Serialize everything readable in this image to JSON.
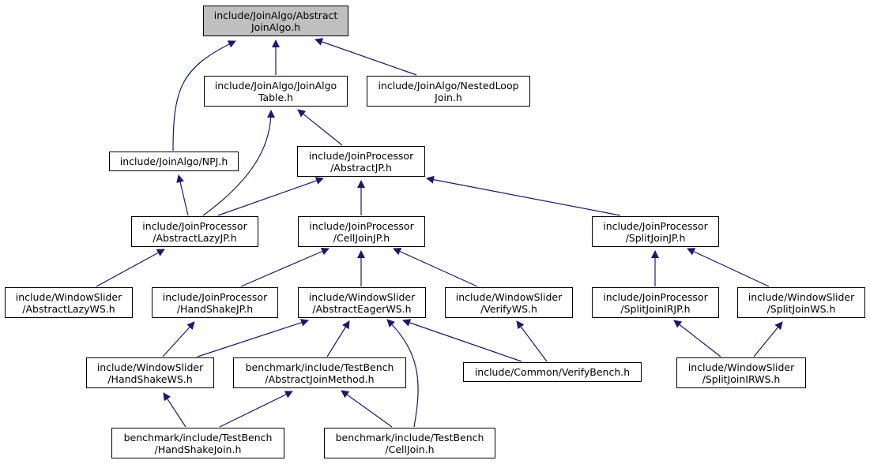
{
  "diagram": {
    "edge_color": "#191970",
    "root_fill": "#bfbfbf",
    "nodes": {
      "abstract_join_algo": {
        "line1": "include/JoinAlgo/Abstract",
        "line2": "JoinAlgo.h"
      },
      "join_algo_table": {
        "line1": "include/JoinAlgo/JoinAlgo",
        "line2": "Table.h"
      },
      "nested_loop_join": {
        "line1": "include/JoinAlgo/NestedLoop",
        "line2": "Join.h"
      },
      "npj": {
        "line1": "include/JoinAlgo/NPJ.h",
        "line2": ""
      },
      "abstract_jp": {
        "line1": "include/JoinProcessor",
        "line2": "/AbstractJP.h"
      },
      "abstract_lazy_jp": {
        "line1": "include/JoinProcessor",
        "line2": "/AbstractLazyJP.h"
      },
      "cell_join_jp": {
        "line1": "include/JoinProcessor",
        "line2": "/CellJoinJP.h"
      },
      "split_join_jp": {
        "line1": "include/JoinProcessor",
        "line2": "/SplitJoinJP.h"
      },
      "abstract_lazy_ws": {
        "line1": "include/WindowSlider",
        "line2": "/AbstractLazyWS.h"
      },
      "hand_shake_jp": {
        "line1": "include/JoinProcessor",
        "line2": "/HandShakeJP.h"
      },
      "abstract_eager_ws": {
        "line1": "include/WindowSlider",
        "line2": "/AbstractEagerWS.h"
      },
      "verify_ws": {
        "line1": "include/WindowSlider",
        "line2": "/VerifyWS.h"
      },
      "split_join_irjp": {
        "line1": "include/JoinProcessor",
        "line2": "/SplitJoinIRJP.h"
      },
      "split_join_ws": {
        "line1": "include/WindowSlider",
        "line2": "/SplitJoinWS.h"
      },
      "hand_shake_ws": {
        "line1": "include/WindowSlider",
        "line2": "/HandShakeWS.h"
      },
      "abstract_join_method": {
        "line1": "benchmark/include/TestBench",
        "line2": "/AbstractJoinMethod.h"
      },
      "verify_bench": {
        "line1": "include/Common/VerifyBench.h",
        "line2": ""
      },
      "split_join_irws": {
        "line1": "include/WindowSlider",
        "line2": "/SplitJoinIRWS.h"
      },
      "hand_shake_join": {
        "line1": "benchmark/include/TestBench",
        "line2": "/HandShakeJoin.h"
      },
      "cell_join": {
        "line1": "benchmark/include/TestBench",
        "line2": "/CellJoin.h"
      }
    }
  }
}
